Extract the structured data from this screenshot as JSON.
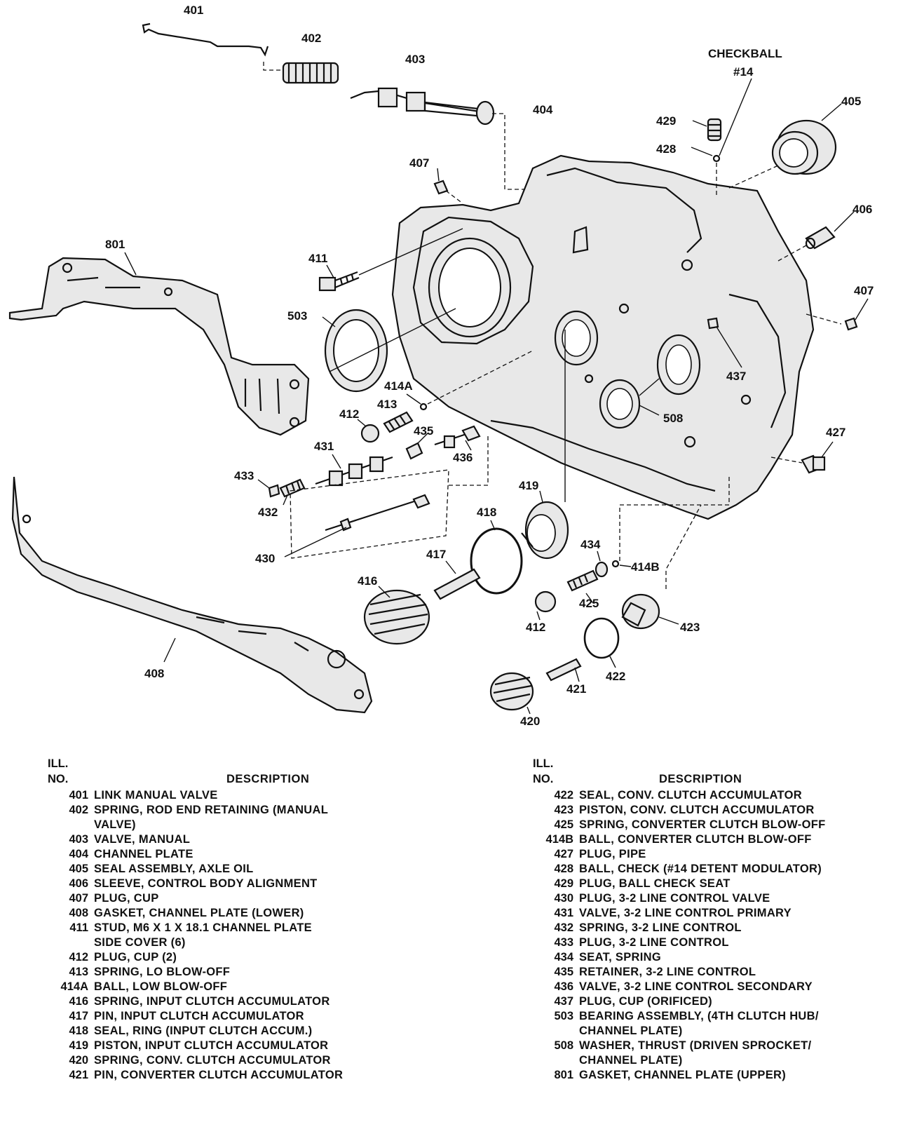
{
  "callouts": {
    "c401": "401",
    "c402": "402",
    "c403": "403",
    "c404": "404",
    "c405": "405",
    "c406": "406",
    "c407a": "407",
    "c407b": "407",
    "c408": "408",
    "c411": "411",
    "c412a": "412",
    "c412b": "412",
    "c413": "413",
    "c414a": "414A",
    "c414b": "414B",
    "c416": "416",
    "c417": "417",
    "c418": "418",
    "c419": "419",
    "c420": "420",
    "c421": "421",
    "c422": "422",
    "c423": "423",
    "c425": "425",
    "c427": "427",
    "c428": "428",
    "c429": "429",
    "c430": "430",
    "c431": "431",
    "c432": "432",
    "c433": "433",
    "c434": "434",
    "c435": "435",
    "c436": "436",
    "c437": "437",
    "c503": "503",
    "c508": "508",
    "c801": "801",
    "checkball_line1": "CHECKBALL",
    "checkball_line2": "#14"
  },
  "legend": {
    "header_ill": "ILL.",
    "header_no": "NO.",
    "header_desc": "DESCRIPTION",
    "left": [
      {
        "no": "401",
        "desc": "LINK MANUAL VALVE"
      },
      {
        "no": "402",
        "desc": "SPRING, ROD END RETAINING (MANUAL\nVALVE)"
      },
      {
        "no": "403",
        "desc": "VALVE, MANUAL"
      },
      {
        "no": "404",
        "desc": "CHANNEL PLATE"
      },
      {
        "no": "405",
        "desc": "SEAL ASSEMBLY, AXLE OIL"
      },
      {
        "no": "406",
        "desc": "SLEEVE, CONTROL BODY ALIGNMENT"
      },
      {
        "no": "407",
        "desc": "PLUG, CUP"
      },
      {
        "no": "408",
        "desc": "GASKET, CHANNEL PLATE (LOWER)"
      },
      {
        "no": "411",
        "desc": "STUD, M6 X 1 X 18.1 CHANNEL PLATE\nSIDE COVER (6)"
      },
      {
        "no": "412",
        "desc": "PLUG, CUP (2)"
      },
      {
        "no": "413",
        "desc": "SPRING, LO BLOW-OFF"
      },
      {
        "no": "414A",
        "desc": "BALL, LOW BLOW-OFF"
      },
      {
        "no": "416",
        "desc": "SPRING, INPUT CLUTCH ACCUMULATOR"
      },
      {
        "no": "417",
        "desc": "PIN, INPUT CLUTCH ACCUMULATOR"
      },
      {
        "no": "418",
        "desc": "SEAL, RING (INPUT CLUTCH ACCUM.)"
      },
      {
        "no": "419",
        "desc": "PISTON, INPUT CLUTCH ACCUMULATOR"
      },
      {
        "no": "420",
        "desc": "SPRING, CONV. CLUTCH ACCUMULATOR"
      },
      {
        "no": "421",
        "desc": "PIN, CONVERTER CLUTCH ACCUMULATOR"
      }
    ],
    "right": [
      {
        "no": "422",
        "desc": "SEAL, CONV. CLUTCH ACCUMULATOR"
      },
      {
        "no": "423",
        "desc": "PISTON, CONV. CLUTCH ACCUMULATOR"
      },
      {
        "no": "425",
        "desc": "SPRING, CONVERTER CLUTCH BLOW-OFF"
      },
      {
        "no": "414B",
        "desc": "BALL, CONVERTER CLUTCH BLOW-OFF"
      },
      {
        "no": "427",
        "desc": "PLUG, PIPE"
      },
      {
        "no": "428",
        "desc": "BALL, CHECK (#14 DETENT MODULATOR)"
      },
      {
        "no": "429",
        "desc": "PLUG, BALL CHECK SEAT"
      },
      {
        "no": "430",
        "desc": "PLUG, 3-2 LINE CONTROL VALVE"
      },
      {
        "no": "431",
        "desc": "VALVE, 3-2 LINE CONTROL PRIMARY"
      },
      {
        "no": "432",
        "desc": "SPRING, 3-2 LINE CONTROL"
      },
      {
        "no": "433",
        "desc": "PLUG, 3-2 LINE CONTROL"
      },
      {
        "no": "434",
        "desc": "SEAT, SPRING"
      },
      {
        "no": "435",
        "desc": "RETAINER, 3-2 LINE CONTROL"
      },
      {
        "no": "436",
        "desc": "VALVE, 3-2 LINE CONTROL SECONDARY"
      },
      {
        "no": "437",
        "desc": "PLUG, CUP (ORIFICED)"
      },
      {
        "no": "503",
        "desc": "BEARING ASSEMBLY, (4TH CLUTCH HUB/\nCHANNEL PLATE)"
      },
      {
        "no": "508",
        "desc": "WASHER, THRUST (DRIVEN SPROCKET/\nCHANNEL PLATE)"
      },
      {
        "no": "801",
        "desc": "GASKET, CHANNEL PLATE (UPPER)"
      }
    ]
  }
}
